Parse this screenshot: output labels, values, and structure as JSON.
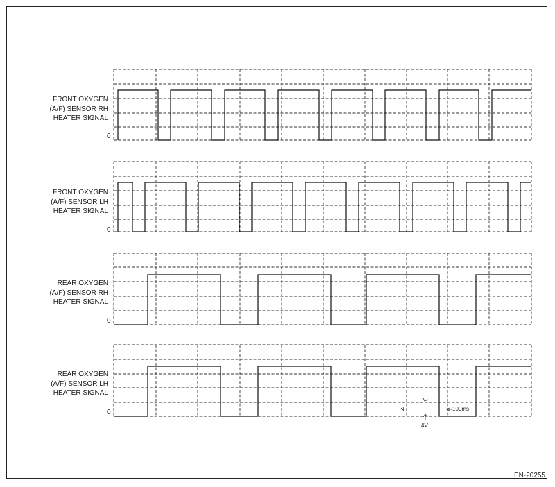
{
  "figure_number": "EN-20255",
  "zero_label": "0",
  "voltage_label": "4V",
  "time_label": "100ms",
  "signals": [
    {
      "label": [
        "FRONT OXYGEN",
        "(A/F) SENSOR RH",
        "HEATER SIGNAL"
      ],
      "start_level": "high",
      "transitions": [
        228,
        246,
        305,
        324,
        382,
        401,
        460,
        478,
        537,
        555,
        614,
        633,
        690,
        709
      ]
    },
    {
      "label": [
        "FRONT OXYGEN",
        "(A/F) SENSOR LH",
        "HEATER SIGNAL"
      ],
      "start_level": "high",
      "transitions": [
        191,
        209,
        268,
        286,
        345,
        363,
        422,
        440,
        499,
        517,
        576,
        595,
        654,
        672,
        732,
        750
      ]
    },
    {
      "label": [
        "REAR OXYGEN",
        "(A/F) SENSOR RH",
        "HEATER SIGNAL"
      ],
      "start_level": "low",
      "transitions": [
        213,
        318,
        372,
        477,
        528,
        633,
        686
      ]
    },
    {
      "label": [
        "REAR OXYGEN",
        "(A/F) SENSOR LH",
        "HEATER SIGNAL"
      ],
      "start_level": "low",
      "transitions": [
        213,
        318,
        372,
        477,
        528,
        633,
        686
      ]
    }
  ]
}
